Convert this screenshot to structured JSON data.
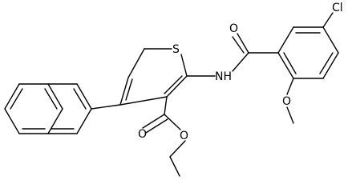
{
  "molecule": {
    "atoms": {
      "S": "S",
      "O_carbonyl_amide": "O",
      "O_carbonyl_ester": "O",
      "O_ester": "O",
      "O_methoxy": "O",
      "NH": "NH",
      "Cl": "Cl"
    }
  }
}
